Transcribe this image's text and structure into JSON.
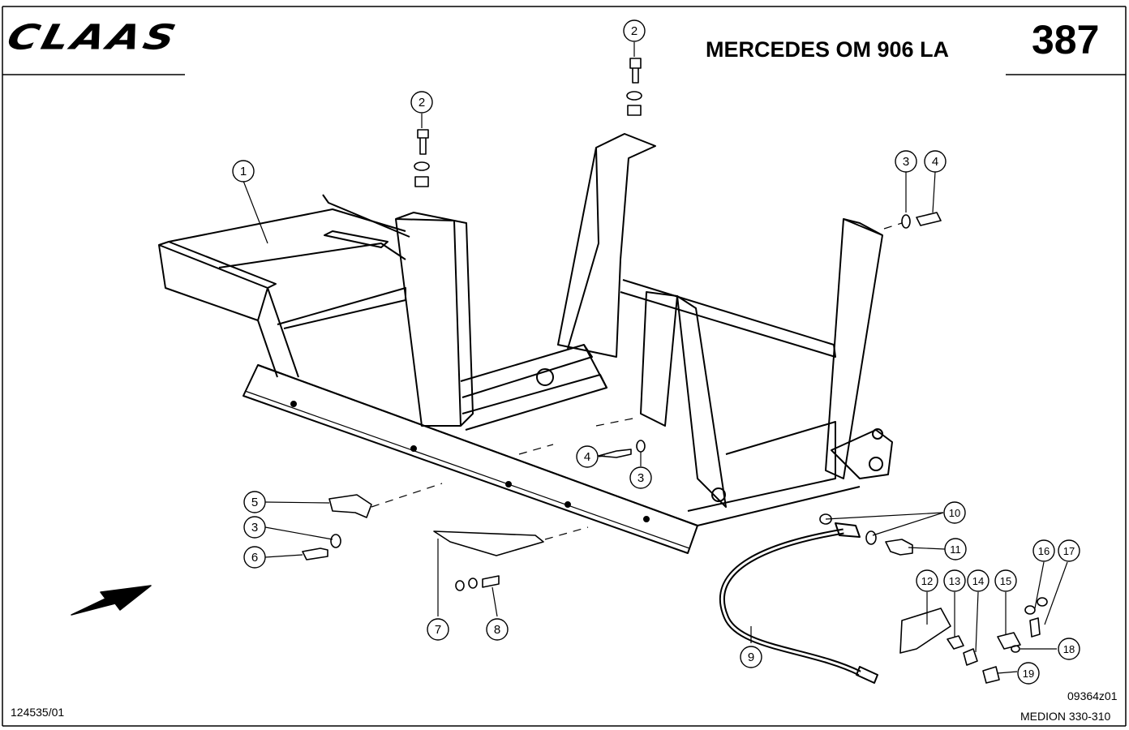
{
  "header": {
    "brand": "CLAAS",
    "title": "MERCEDES OM 906 LA",
    "page_number": "387"
  },
  "footer": {
    "document_number": "124535/01",
    "drawing_number": "09364z01",
    "model": "MEDION 330-310"
  },
  "callouts": [
    {
      "id": "c2a",
      "label": "2"
    },
    {
      "id": "c2b",
      "label": "2"
    },
    {
      "id": "c1",
      "label": "1"
    },
    {
      "id": "c3a",
      "label": "3"
    },
    {
      "id": "c4a",
      "label": "4"
    },
    {
      "id": "c4b",
      "label": "4"
    },
    {
      "id": "c3b",
      "label": "3"
    },
    {
      "id": "c5",
      "label": "5"
    },
    {
      "id": "c3c",
      "label": "3"
    },
    {
      "id": "c6",
      "label": "6"
    },
    {
      "id": "c7",
      "label": "7"
    },
    {
      "id": "c8",
      "label": "8"
    },
    {
      "id": "c10",
      "label": "10"
    },
    {
      "id": "c11",
      "label": "11"
    },
    {
      "id": "c9",
      "label": "9"
    },
    {
      "id": "c12",
      "label": "12"
    },
    {
      "id": "c13",
      "label": "13"
    },
    {
      "id": "c14",
      "label": "14"
    },
    {
      "id": "c15",
      "label": "15"
    },
    {
      "id": "c16",
      "label": "16"
    },
    {
      "id": "c17",
      "label": "17"
    },
    {
      "id": "c18",
      "label": "18"
    },
    {
      "id": "c19",
      "label": "19"
    }
  ]
}
